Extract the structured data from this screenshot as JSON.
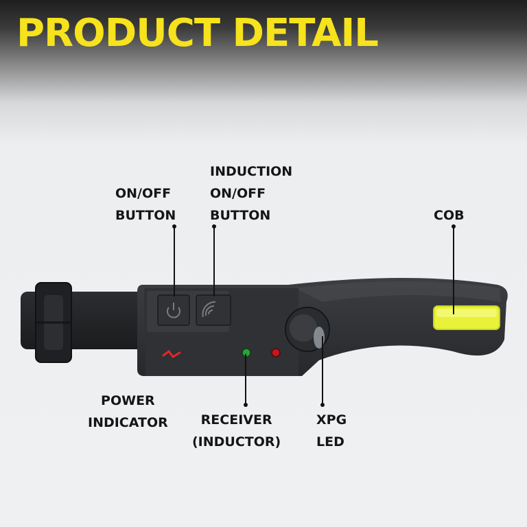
{
  "title": "PRODUCT DETAIL",
  "labels": {
    "onoff": [
      "ON/OFF",
      "BUTTON"
    ],
    "induction": [
      "INDUCTION",
      "ON/OFF",
      "BUTTON"
    ],
    "cob": "COB",
    "power": [
      "POWER",
      "INDICATOR"
    ],
    "receiver": [
      "RECEIVER",
      "(INDUCTOR)"
    ],
    "xpg": [
      "XPG",
      "LED"
    ]
  },
  "colors": {
    "title": "#f6e21d",
    "cob_light": "#e8f238",
    "green_led": "#27a33a",
    "red_led": "#c4161c",
    "power_indicator": "#e5262a"
  },
  "icons": [
    "power-icon",
    "wave-icon"
  ]
}
